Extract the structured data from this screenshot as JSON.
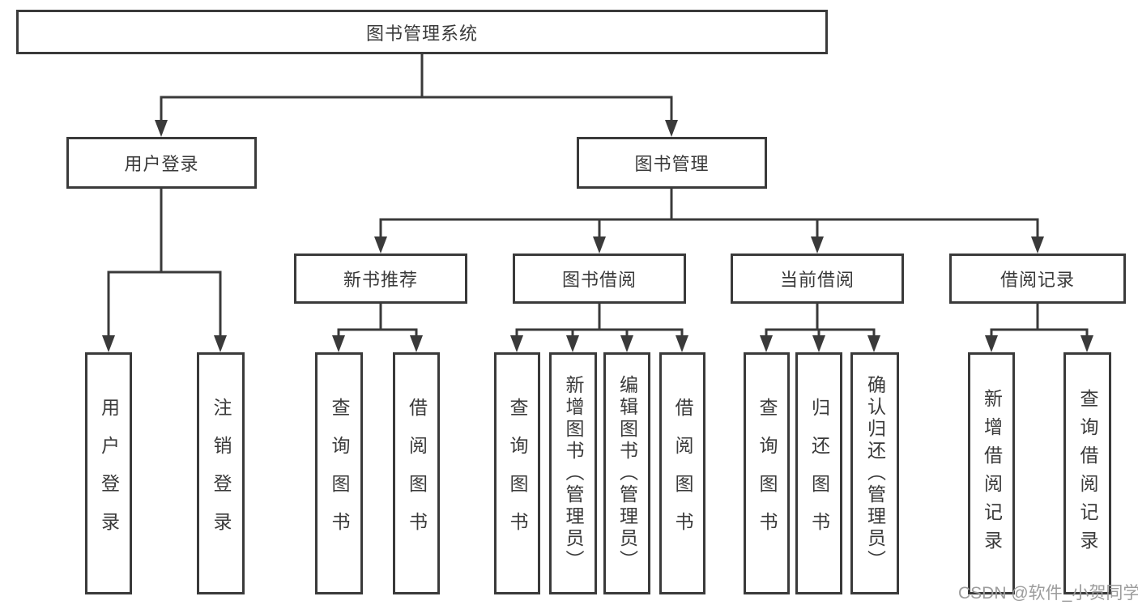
{
  "colors": {
    "line": "#3a3a3a",
    "text": "#3a3a3a",
    "background": "#ffffff",
    "watermark": "#9c9c9c"
  },
  "tree": {
    "root": {
      "label": "图书管理系统"
    },
    "level2": [
      {
        "label": "用户登录"
      },
      {
        "label": "图书管理"
      }
    ],
    "level3": [
      {
        "label": "新书推荐"
      },
      {
        "label": "图书借阅"
      },
      {
        "label": "当前借阅"
      },
      {
        "label": "借阅记录"
      }
    ],
    "leaves": {
      "user_login": [
        "用户登录",
        "注销登录"
      ],
      "new_books": [
        "查询图书",
        "借阅图书"
      ],
      "book_borrow": [
        "查询图书",
        "新增图书（管理员）",
        "编辑图书（管理员）",
        "借阅图书"
      ],
      "current_borrow": [
        "查询图书",
        "归还图书",
        "确认归还（管理员）"
      ],
      "borrow_records": [
        "新增借阅记录",
        "查询借阅记录"
      ]
    }
  },
  "watermark": {
    "text": "CSDN @软件_小贺同学"
  }
}
